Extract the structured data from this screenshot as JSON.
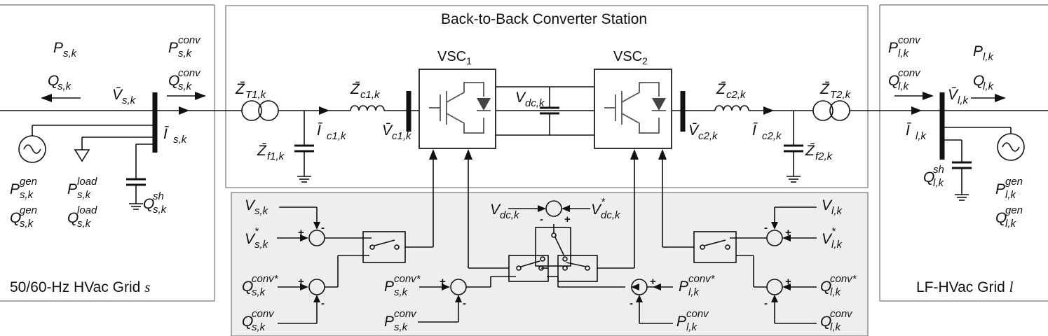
{
  "station_title": "Back-to-Back Converter Station",
  "grid_s_label": "50/60-Hz HVac Grid ",
  "grid_s_var": "s",
  "grid_l_label": "LF-HVac Grid ",
  "grid_l_var": "l",
  "vsc1_label": "VSC",
  "vsc1_sub": "1",
  "vsc2_label": "VSC",
  "vsc2_sub": "2",
  "symbols": {
    "P_sk": {
      "m": "P",
      "sub": "s,k",
      "sup": ""
    },
    "Q_sk": {
      "m": "Q",
      "sub": "s,k",
      "sup": ""
    },
    "P_sk_conv": {
      "m": "P",
      "sub": "s,k",
      "sup": "conv"
    },
    "Q_sk_conv": {
      "m": "Q",
      "sub": "s,k",
      "sup": "conv"
    },
    "V_sk": {
      "m": "V̄",
      "sub": "s,k",
      "sup": ""
    },
    "I_sk": {
      "m": "Ī",
      "sub": "s,k",
      "sup": ""
    },
    "P_sk_gen": {
      "m": "P",
      "sub": "s,k",
      "sup": "gen"
    },
    "Q_sk_gen": {
      "m": "Q",
      "sub": "s,k",
      "sup": "gen"
    },
    "P_sk_load": {
      "m": "P",
      "sub": "s,k",
      "sup": "load"
    },
    "Q_sk_load": {
      "m": "Q",
      "sub": "s,k",
      "sup": "load"
    },
    "Q_sk_sh": {
      "m": "Q",
      "sub": "s,k",
      "sup": "sh"
    },
    "Z_T1k": {
      "m": "Z̄",
      "sub": "T1,k",
      "sup": ""
    },
    "Z_f1k": {
      "m": "Z̄",
      "sub": "f1,k",
      "sup": ""
    },
    "I_c1k": {
      "m": "Ī",
      "sub": "c1,k",
      "sup": ""
    },
    "Z_c1k": {
      "m": "Z̄",
      "sub": "c1,k",
      "sup": ""
    },
    "V_c1k": {
      "m": "V̄",
      "sub": "c1,k",
      "sup": ""
    },
    "V_dck": {
      "m": "V",
      "sub": "dc,k",
      "sup": ""
    },
    "V_c2k": {
      "m": "V̄",
      "sub": "c2,k",
      "sup": ""
    },
    "Z_c2k": {
      "m": "Z̄",
      "sub": "c2,k",
      "sup": ""
    },
    "I_c2k": {
      "m": "Ī",
      "sub": "c2,k",
      "sup": ""
    },
    "Z_T2k": {
      "m": "Z̄",
      "sub": "T2,k",
      "sup": ""
    },
    "Z_f2k": {
      "m": "Z̄",
      "sub": "f2,k",
      "sup": ""
    },
    "P_lk_conv": {
      "m": "P",
      "sub": "l,k",
      "sup": "conv"
    },
    "Q_lk_conv": {
      "m": "Q",
      "sub": "l,k",
      "sup": "conv"
    },
    "P_lk": {
      "m": "P",
      "sub": "l,k",
      "sup": ""
    },
    "Q_lk": {
      "m": "Q",
      "sub": "l,k",
      "sup": ""
    },
    "V_lk": {
      "m": "V̄",
      "sub": "l,k",
      "sup": ""
    },
    "I_lk": {
      "m": "Ī",
      "sub": "l,k",
      "sup": ""
    },
    "Q_lk_sh": {
      "m": "Q",
      "sub": "l,k",
      "sup": "sh"
    },
    "P_lk_gen": {
      "m": "P",
      "sub": "l,k",
      "sup": "gen"
    },
    "Q_lk_gen": {
      "m": "Q",
      "sub": "l,k",
      "sup": "gen"
    },
    "c_V_sk": {
      "m": "V",
      "sub": "s,k",
      "sup": ""
    },
    "c_V_sk_ref": {
      "m": "V",
      "sub": "s,k",
      "sup": "*"
    },
    "c_Q_sk_conv_ref": {
      "m": "Q",
      "sub": "s,k",
      "sup": "conv*"
    },
    "c_Q_sk_conv": {
      "m": "Q",
      "sub": "s,k",
      "sup": "conv"
    },
    "c_P_sk_conv_ref": {
      "m": "P",
      "sub": "s,k",
      "sup": "conv*"
    },
    "c_P_sk_conv": {
      "m": "P",
      "sub": "s,k",
      "sup": "conv"
    },
    "c_V_dck": {
      "m": "V",
      "sub": "dc,k",
      "sup": ""
    },
    "c_V_dck_ref": {
      "m": "V",
      "sub": "dc,k",
      "sup": "*"
    },
    "c_P_lk_conv_ref": {
      "m": "P",
      "sub": "l,k",
      "sup": "conv*"
    },
    "c_P_lk_conv": {
      "m": "P",
      "sub": "l,k",
      "sup": "conv"
    },
    "c_V_lk": {
      "m": "V",
      "sub": "l,k",
      "sup": ""
    },
    "c_V_lk_ref": {
      "m": "V",
      "sub": "l,k",
      "sup": "*"
    },
    "c_Q_lk_conv_ref": {
      "m": "Q",
      "sub": "l,k",
      "sup": "conv*"
    },
    "c_Q_lk_conv": {
      "m": "Q",
      "sub": "l,k",
      "sup": "conv"
    }
  },
  "signs": {
    "plus": "+",
    "minus": "-"
  }
}
